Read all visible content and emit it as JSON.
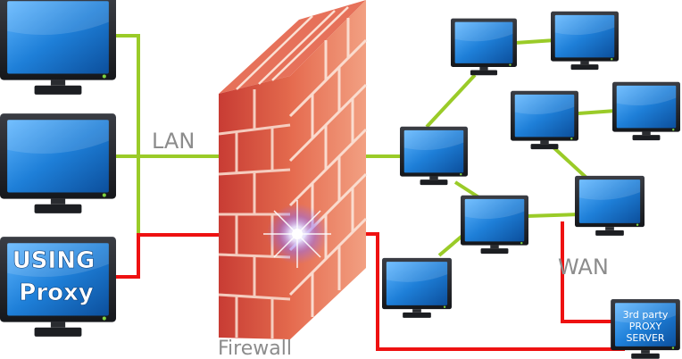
{
  "labels": {
    "lan": "LAN",
    "wan": "WAN",
    "firewall": "Firewall",
    "using_proxy_line1": "USING",
    "using_proxy_line2": "Proxy",
    "third_party_line1": "3rd party",
    "third_party_line2": "PROXY",
    "third_party_line3": "SERVER"
  },
  "colors": {
    "lan_link": "#9acb28",
    "proxy_link": "#ee1111",
    "brick": "#d8423a",
    "screen": "#1f7fd6"
  },
  "icons": {
    "computer": "monitor-icon",
    "firewall": "brick-wall-icon",
    "flare": "light-flare-icon"
  }
}
